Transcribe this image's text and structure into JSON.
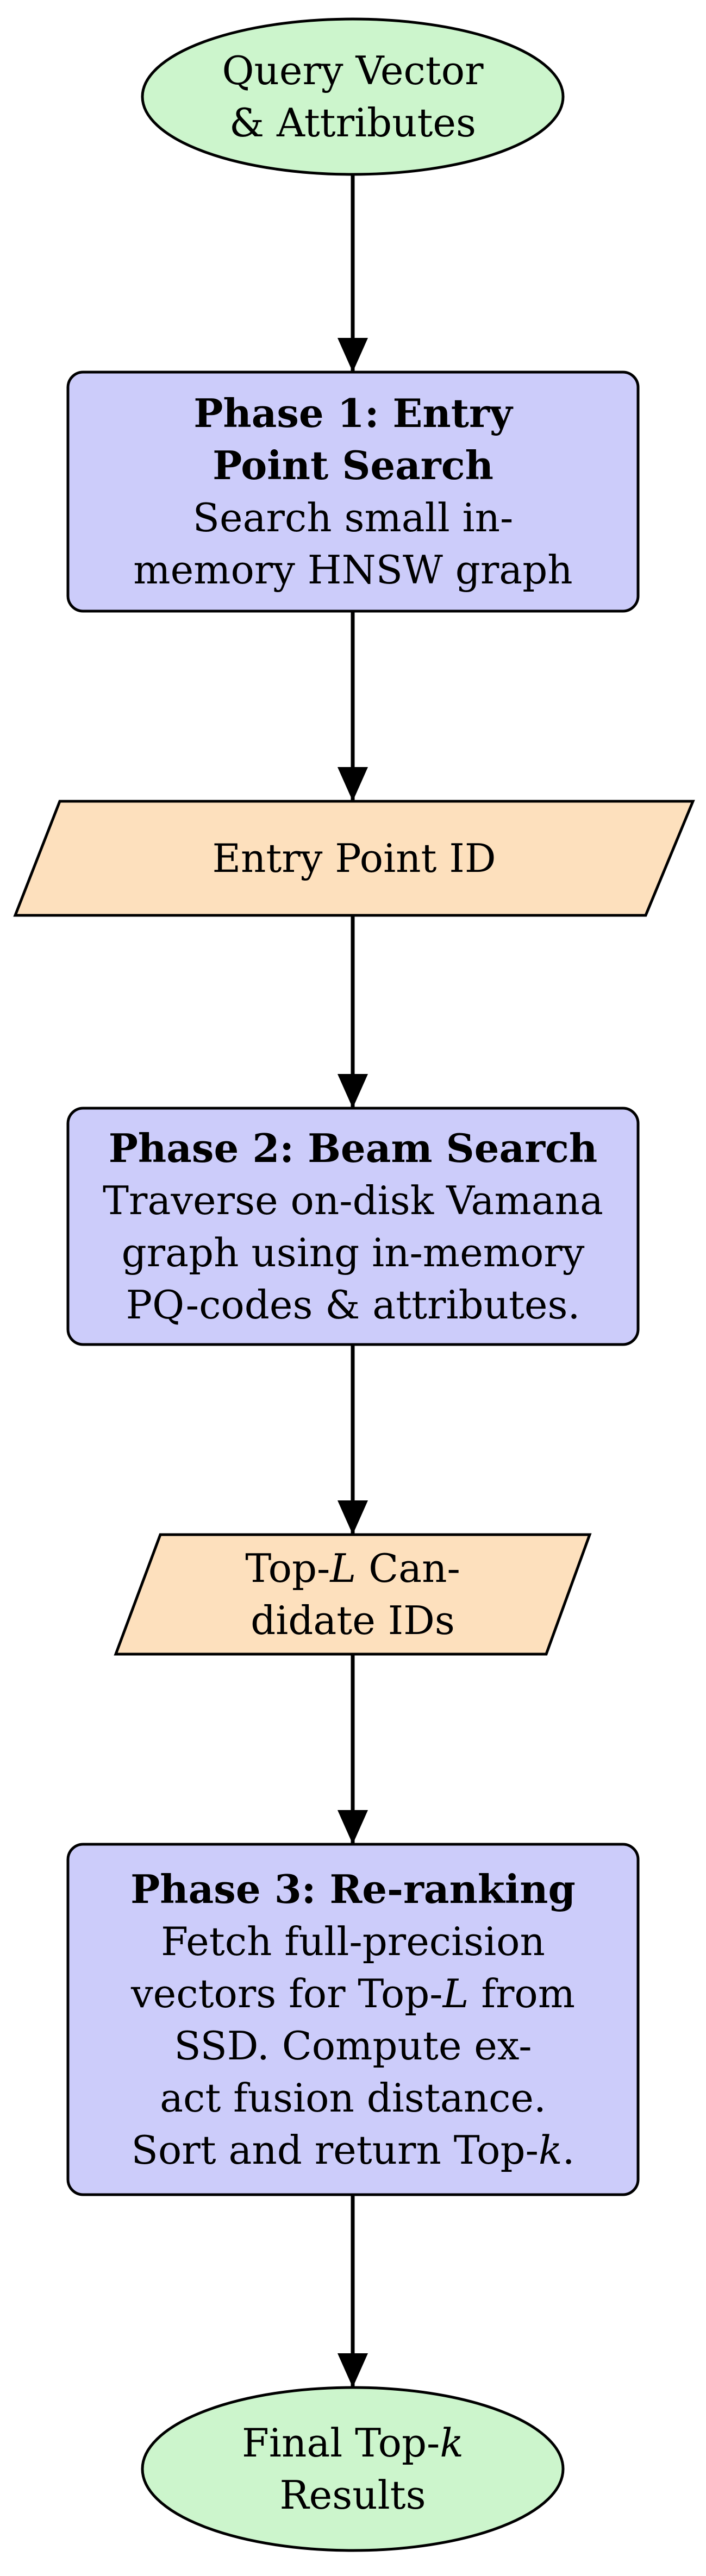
{
  "colors": {
    "terminal_fill": "#ccf5cc",
    "process_fill": "#ccccfa",
    "data_fill": "#fde0bd",
    "stroke": "#000000"
  },
  "nodes": {
    "start": {
      "line1": "Query Vector",
      "line2": "& Attributes"
    },
    "phase1": {
      "title_line1": "Phase 1: Entry",
      "title_line2": "Point Search",
      "desc_line1": "Search small in-",
      "desc_line2": "memory HNSW graph"
    },
    "entry_point": {
      "label": "Entry Point ID"
    },
    "phase2": {
      "title": "Phase 2: Beam Search",
      "desc_line1": "Traverse on-disk Vamana",
      "desc_line2": "graph using in-memory",
      "desc_line3": "PQ-codes & attributes."
    },
    "candidates": {
      "line1_prefix": "Top-",
      "line1_var": "L",
      "line1_suffix": " Can-",
      "line2": "didate IDs"
    },
    "phase3": {
      "title": "Phase 3: Re-ranking",
      "desc_line1": "Fetch full-precision",
      "desc_line2_prefix": "vectors for Top-",
      "desc_line2_var": "L",
      "desc_line2_suffix": " from",
      "desc_line3": "SSD. Compute ex-",
      "desc_line4": "act fusion distance.",
      "desc_line5_prefix": "Sort and return Top-",
      "desc_line5_var": "k",
      "desc_line5_suffix": "."
    },
    "end": {
      "line1_prefix": "Final Top-",
      "line1_var": "k",
      "line2": "Results"
    }
  }
}
